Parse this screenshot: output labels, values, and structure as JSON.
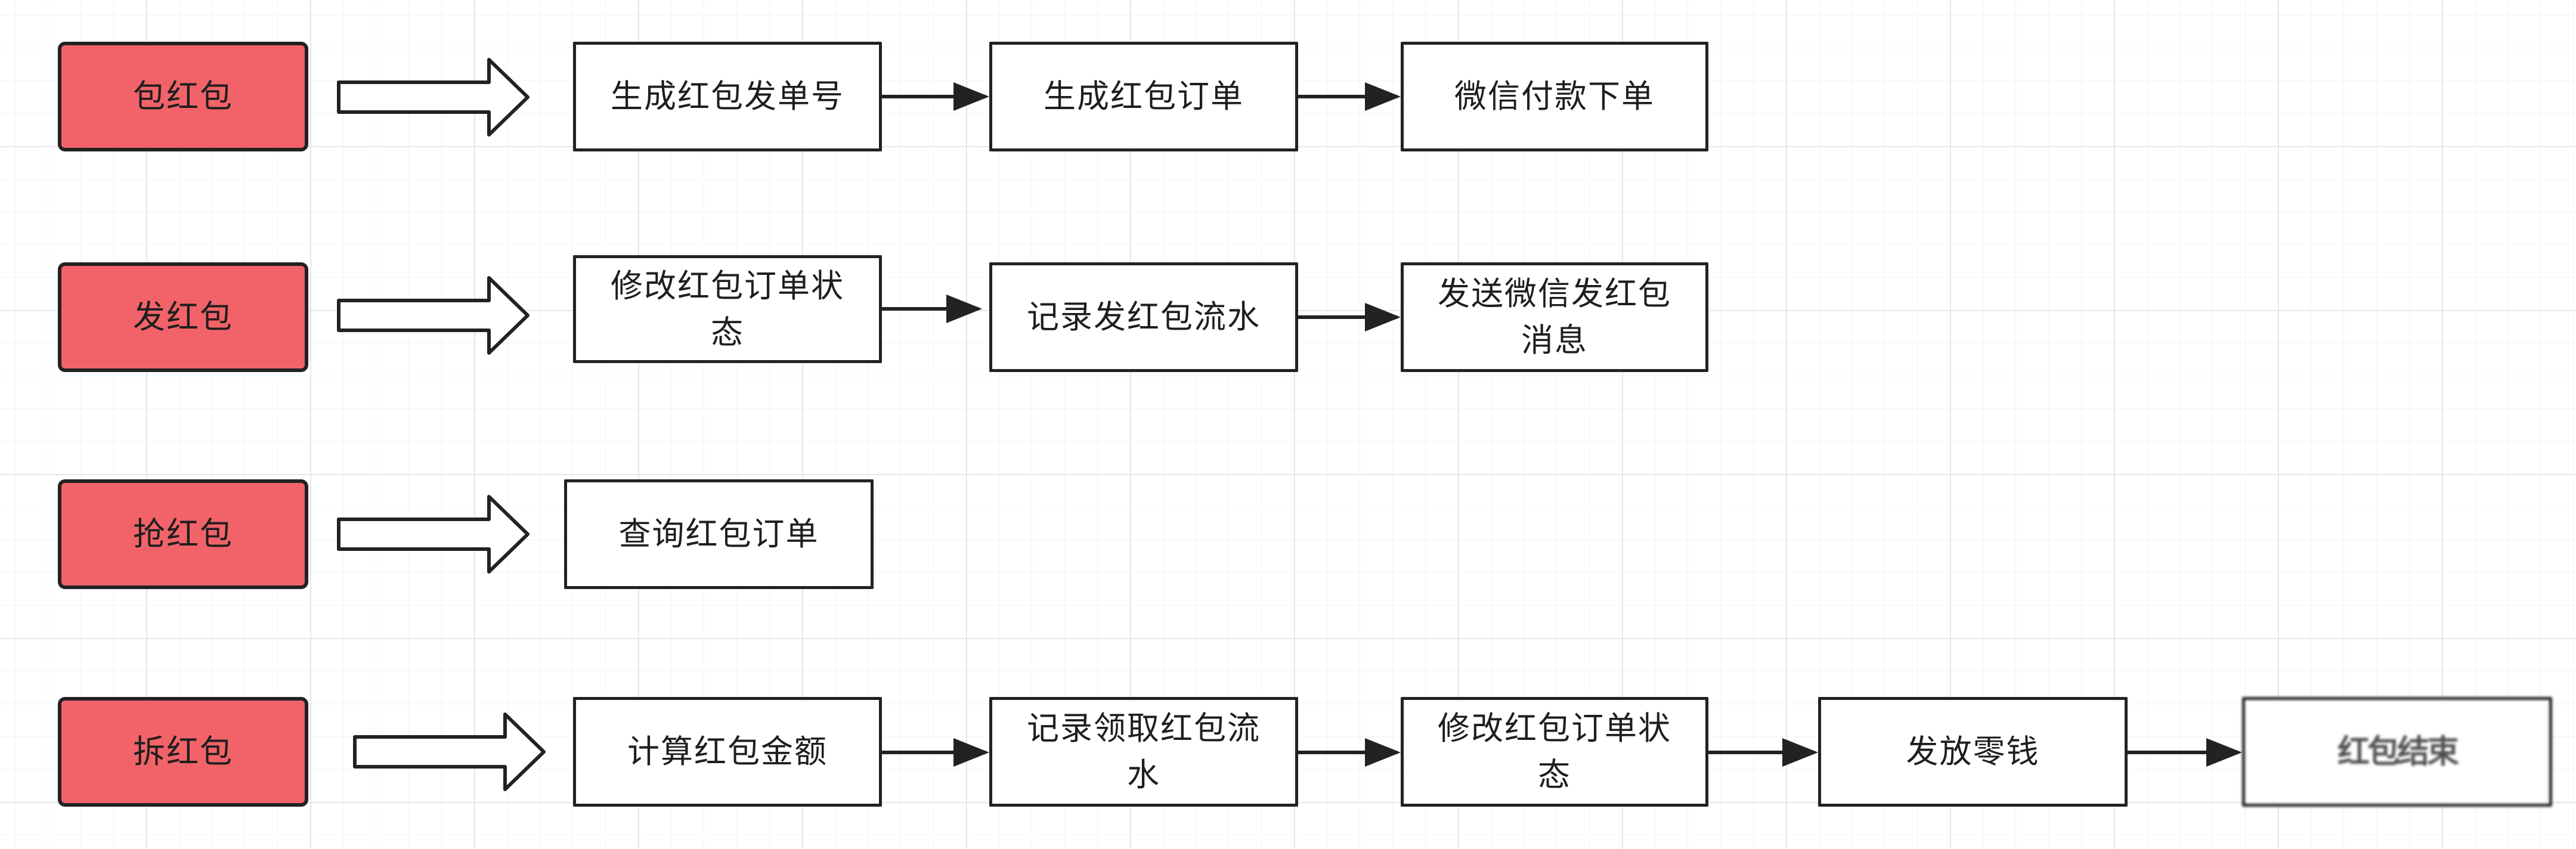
{
  "rows": [
    {
      "action": "包红包",
      "steps": [
        "生成红包发单号",
        "生成红包订单",
        "微信付款下单"
      ]
    },
    {
      "action": "发红包",
      "steps": [
        "修改红包订单状\n态",
        "记录发红包流水",
        "发送微信发红包\n消息"
      ]
    },
    {
      "action": "抢红包",
      "steps": [
        "查询红包订单"
      ]
    },
    {
      "action": "拆红包",
      "steps": [
        "计算红包金额",
        "记录领取红包流\n水",
        "修改红包订单状\n态",
        "发放零钱",
        "红包结束"
      ]
    }
  ],
  "colors": {
    "action_fill": "#f26369",
    "step_fill": "#ffffff",
    "stroke": "#222222"
  }
}
